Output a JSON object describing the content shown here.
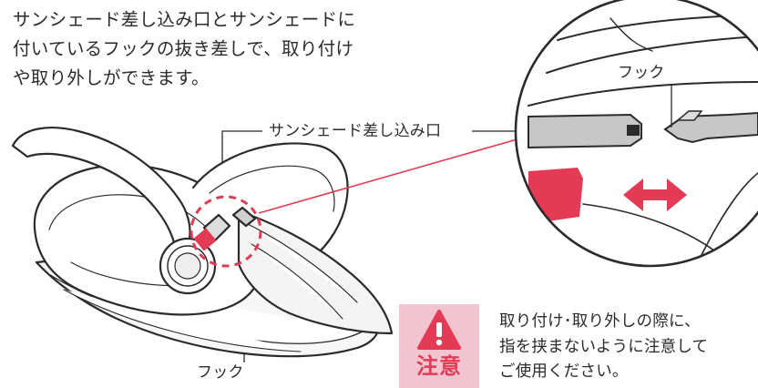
{
  "intro": {
    "lines": [
      "サンシェード差し込み口とサンシェードに",
      "付いているフックの抜き差しで、取り付け",
      "や取り外しができます。"
    ]
  },
  "labels": {
    "sunshade_port": "サンシェード差し込み口",
    "hook_main": "フック",
    "hook_inset": "フック"
  },
  "caution": {
    "badge_label": "注意",
    "lines": [
      "取り付け･取り外しの際に、",
      "指を挟まないように注意して",
      "ご使用ください。"
    ]
  },
  "colors": {
    "accent": "#e33b55",
    "badge_background": "#f2c4cf",
    "text": "#2b2b2b"
  }
}
